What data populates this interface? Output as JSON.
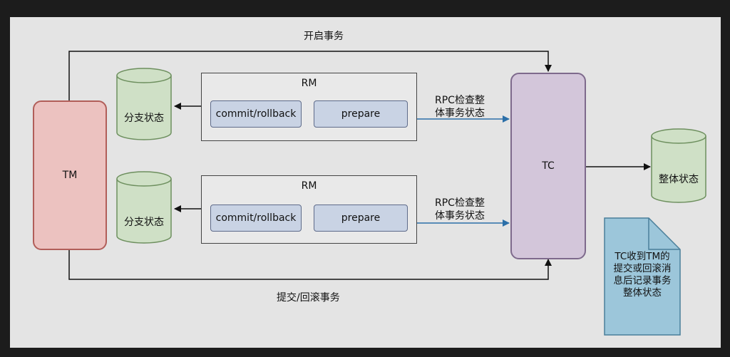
{
  "diagram": {
    "tm_label": "TM",
    "tc_label": "TC",
    "top_edge_label": "开启事务",
    "bottom_edge_label": "提交/回滚事务",
    "global_status_label": "整体状态",
    "rm_groups": [
      {
        "title": "RM",
        "commit_label": "commit/rollback",
        "prepare_label": "prepare",
        "branch_status_label": "分支状态",
        "rpc_line1": "RPC检查整",
        "rpc_line2": "体事务状态"
      },
      {
        "title": "RM",
        "commit_label": "commit/rollback",
        "prepare_label": "prepare",
        "branch_status_label": "分支状态",
        "rpc_line1": "RPC检查整",
        "rpc_line2": "体事务状态"
      }
    ],
    "note": {
      "line1": "TC收到TM的",
      "line2": "提交或回滚消",
      "line3": "息后记录事务",
      "line4": "整体状态"
    },
    "colors": {
      "tm_fill": "#ecc2c0",
      "tc_fill": "#d3c6da",
      "cylinder_fill": "#cfe0c6",
      "note_fill": "#9cc6da",
      "rpc_arrow": "#2b6fa8"
    }
  }
}
